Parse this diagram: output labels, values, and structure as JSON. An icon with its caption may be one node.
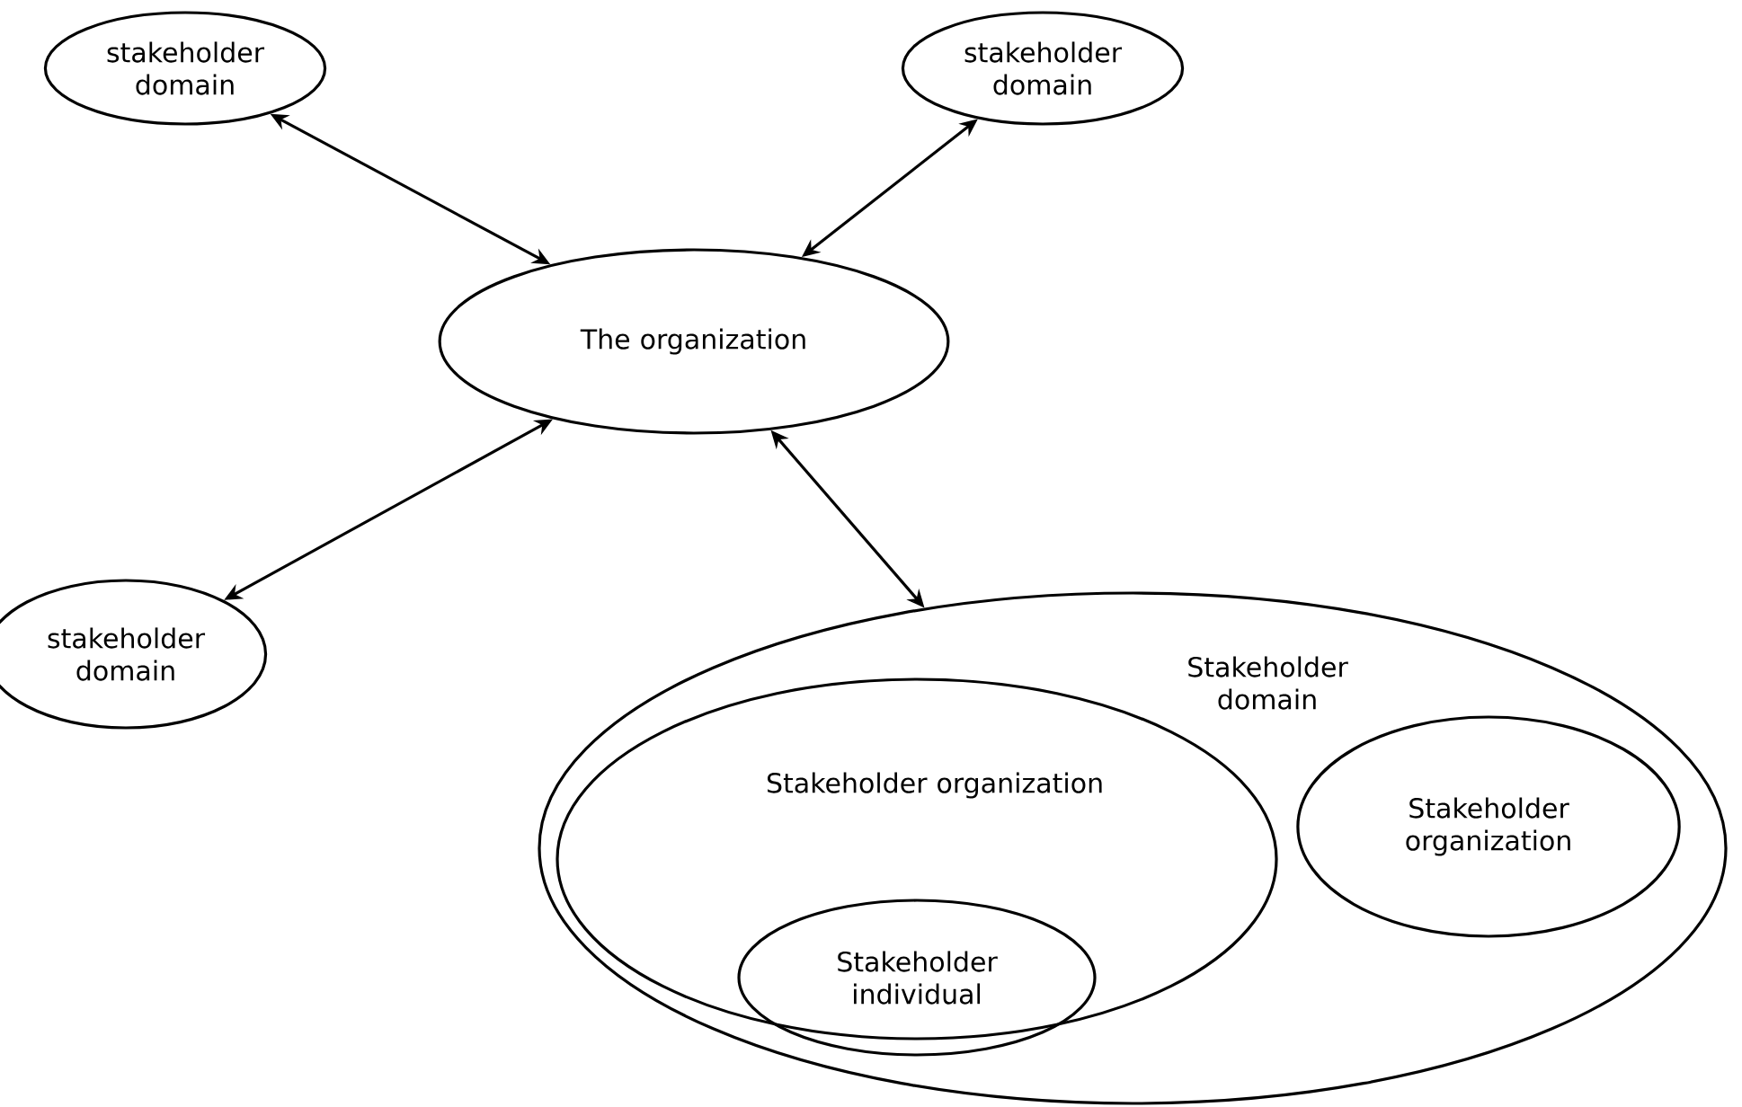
{
  "diagram": {
    "nodes": [
      {
        "text": [
          "stakeholder domain"
        ]
      },
      {
        "text": [
          "stakeholder domain"
        ]
      },
      {
        "text": [
          "The organization"
        ]
      },
      {
        "text": [
          "stakeholder domain"
        ]
      },
      {
        "text": [
          "Stakeholder domain"
        ]
      },
      {
        "text": [
          "Stakeholder organization"
        ],
        "in": 4
      },
      {
        "text": [
          "Stakeholder individual"
        ],
        "in": 5
      },
      {
        "text": [
          "Stakeholder organization"
        ],
        "in": 4
      }
    ],
    "edges": [
      {
        "from": 2,
        "to": 0,
        "arrow": "both"
      },
      {
        "from": 2,
        "to": 1,
        "arrow": "both"
      },
      {
        "from": 2,
        "to": 3,
        "arrow": "both"
      },
      {
        "from": 2,
        "to": 4,
        "arrow": "both"
      }
    ]
  }
}
